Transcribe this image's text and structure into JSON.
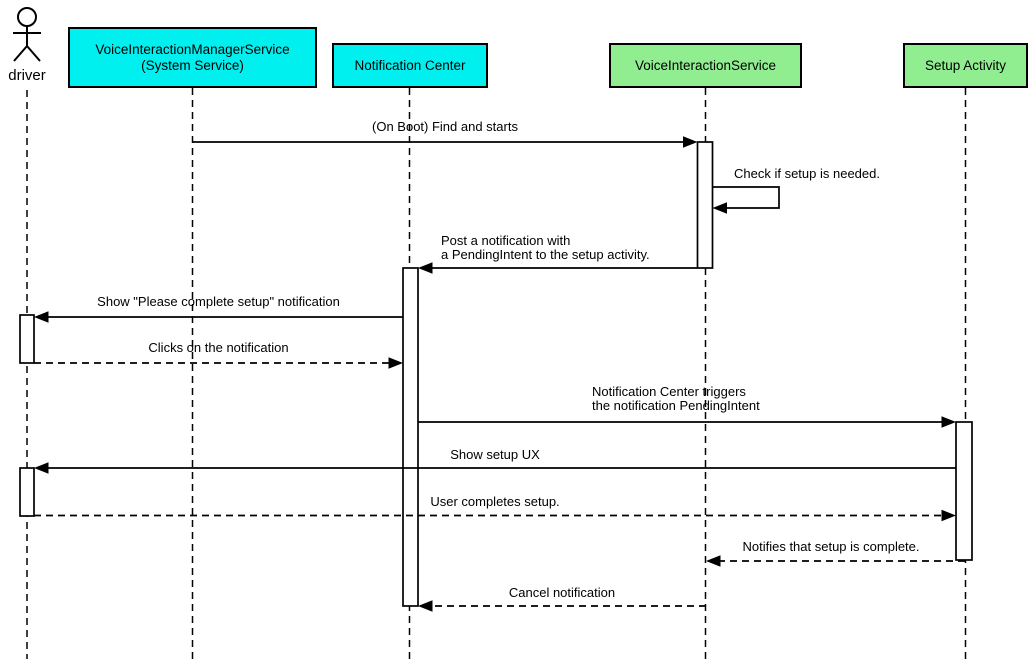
{
  "diagram": {
    "type": "uml-sequence-diagram",
    "actor": {
      "label": "driver"
    },
    "participants": [
      {
        "label": "VoiceInteractionManagerService\n(System Service)",
        "fill": "#00F0F0"
      },
      {
        "label": "Notification Center",
        "fill": "#00F0F0"
      },
      {
        "label": "VoiceInteractionService",
        "fill": "#90EE90"
      },
      {
        "label": "Setup Activity",
        "fill": "#90EE90"
      }
    ],
    "messages": [
      {
        "label": "(On Boot) Find and starts",
        "from": "VoiceInteractionManagerService (System Service)",
        "to": "VoiceInteractionService",
        "line": "solid"
      },
      {
        "label": "Check if setup is needed.",
        "from": "VoiceInteractionService",
        "to": "VoiceInteractionService",
        "line": "solid-self"
      },
      {
        "label": "Post a notification with\na PendingIntent to the setup activity.",
        "from": "VoiceInteractionService",
        "to": "Notification Center",
        "line": "solid"
      },
      {
        "label": "Show \"Please complete setup\" notification",
        "from": "Notification Center",
        "to": "driver",
        "line": "solid"
      },
      {
        "label": "Clicks on the notification",
        "from": "driver",
        "to": "Notification Center",
        "line": "dashed"
      },
      {
        "label": "Notification Center triggers\nthe notification PendingIntent",
        "from": "Notification Center",
        "to": "Setup Activity",
        "line": "solid"
      },
      {
        "label": "Show setup UX",
        "from": "Setup Activity",
        "to": "driver",
        "line": "solid"
      },
      {
        "label": "User completes setup.",
        "from": "driver",
        "to": "Setup Activity",
        "line": "dashed"
      },
      {
        "label": "Notifies that setup is complete.",
        "from": "Setup Activity",
        "to": "VoiceInteractionService",
        "line": "dashed"
      },
      {
        "label": "Cancel notification",
        "from": "VoiceInteractionService",
        "to": "Notification Center",
        "line": "dashed"
      }
    ],
    "colors": {
      "cyan_participant": "#00F0F0",
      "green_participant": "#90EE90",
      "line": "#000000",
      "activation_fill": "#FFFFFF",
      "background": "#FFFFFF"
    }
  }
}
